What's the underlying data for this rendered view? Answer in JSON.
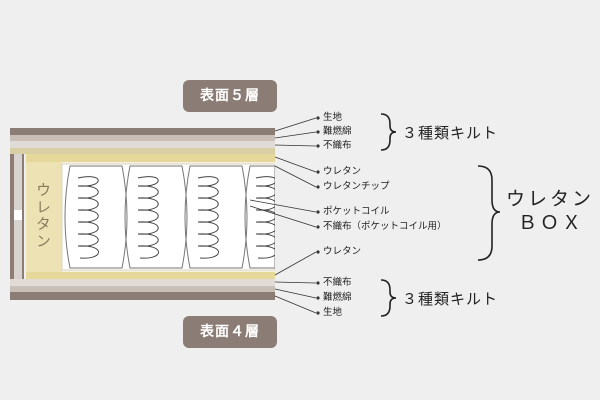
{
  "badges": {
    "top": "表面５層",
    "bottom": "表面４層"
  },
  "side_label": "ウレタン",
  "labels_top": [
    "生地",
    "難燃綿",
    "不織布"
  ],
  "labels_mid": [
    "ウレタン",
    "ウレタンチップ",
    "ポケットコイル",
    "不織布（ポケットコイル用）",
    "ウレタン"
  ],
  "labels_bottom": [
    "不織布",
    "難燃綿",
    "生地"
  ],
  "quilt_top": "３種類キルト",
  "quilt_bottom": "３種類キルト",
  "box_label_line1": "ウレタン",
  "box_label_line2": "ＢＯＸ",
  "colors": {
    "frame_brown": "#8b7d75",
    "urethane_yellow": "#ede2b4",
    "urethane_band": "#e6d79a",
    "badge_bg": "#8b7d75"
  }
}
